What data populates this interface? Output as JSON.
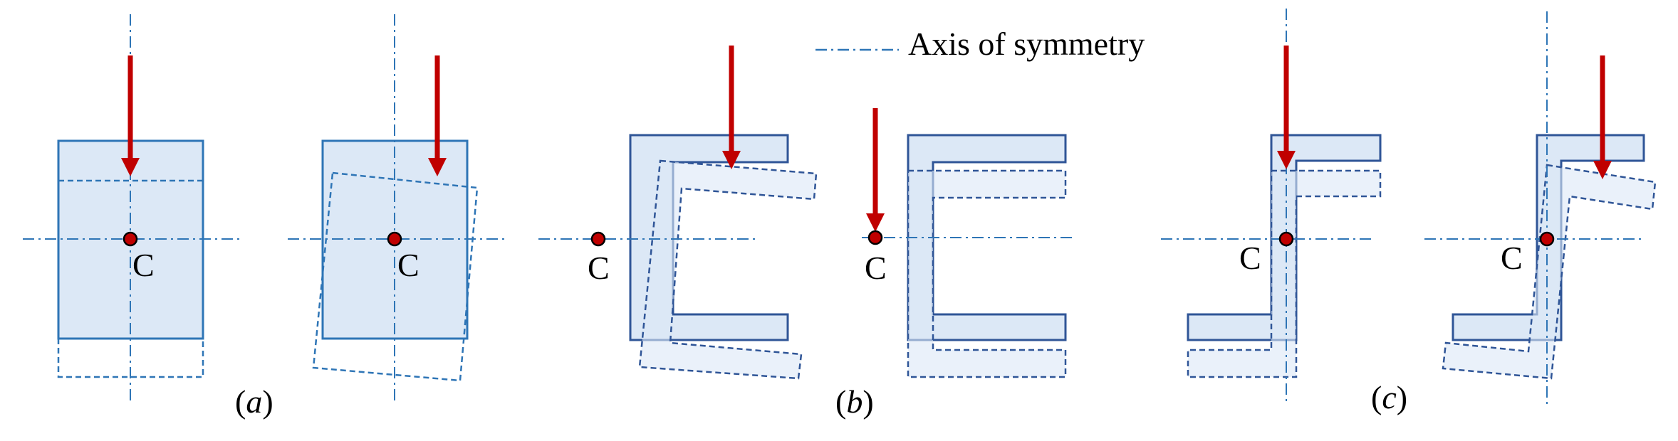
{
  "legend": {
    "label": "Axis of symmetry"
  },
  "centroid_label": "C",
  "panels": [
    {
      "id": "a",
      "caption": "(a)",
      "caption_italic": "a"
    },
    {
      "id": "b",
      "caption": "(b)",
      "caption_italic": "b"
    },
    {
      "id": "c",
      "caption": "(c)",
      "caption_italic": "c"
    }
  ],
  "colors": {
    "fill": "#dce8f6",
    "outline": "#2e75b6",
    "outline_dark": "#2f5597",
    "axis": "#2e75b6",
    "arrow": "#c00000",
    "centroid": "#c00000"
  },
  "icons": [
    "load-arrow",
    "centroid-dot",
    "axis-of-symmetry-line"
  ]
}
